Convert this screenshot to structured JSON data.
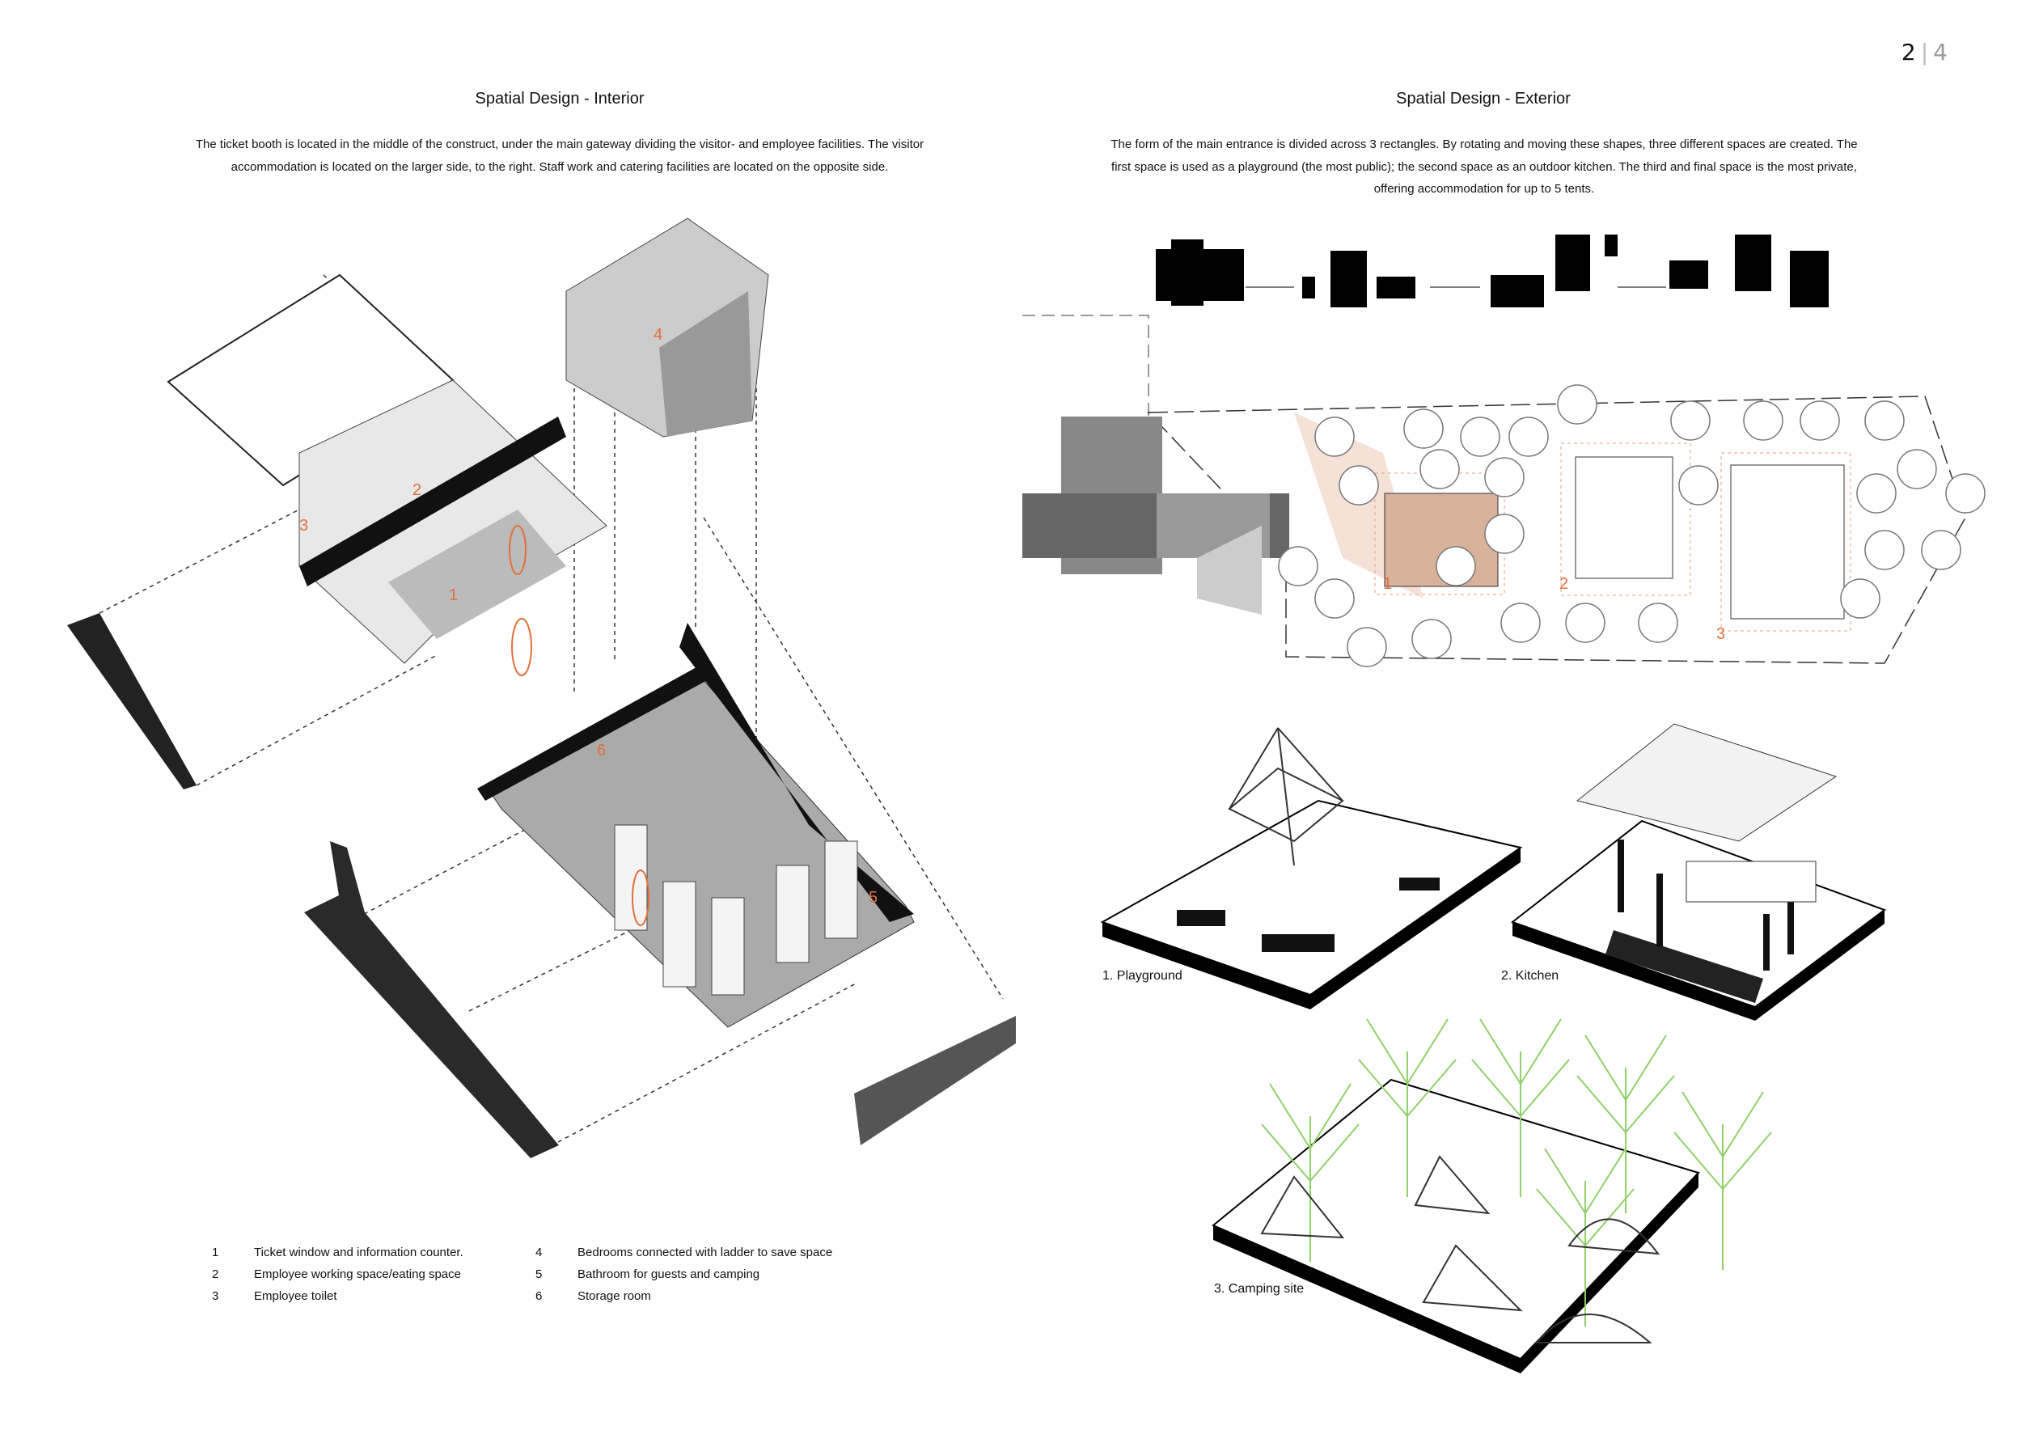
{
  "page_number": {
    "current": "2",
    "separator": "|",
    "total": "4"
  },
  "interior": {
    "title": "Spatial Design - Interior",
    "paragraph": "The ticket booth is located in the middle of the construct, under the main gateway dividing the visitor- and employee facilities. The visitor accommodation is located on the larger side, to the right. Staff work and catering facilities are located on the opposite side.",
    "room_markers": [
      "1",
      "2",
      "3",
      "4",
      "5",
      "6"
    ],
    "legend": [
      {
        "num": "1",
        "text": "Ticket window and information counter."
      },
      {
        "num": "2",
        "text": "Employee working space/eating space"
      },
      {
        "num": "3",
        "text": "Employee toilet"
      },
      {
        "num": "4",
        "text": "Bedrooms connected with ladder to save space"
      },
      {
        "num": "5",
        "text": "Bathroom for guests and camping"
      },
      {
        "num": "6",
        "text": "Storage room"
      }
    ]
  },
  "exterior": {
    "title": "Spatial Design - Exterior",
    "paragraph": "The form of the main entrance is divided across 3 rectangles. By rotating and moving these shapes, three different spaces are created. The first space is used as a playground (the most public); the second space as an outdoor kitchen. The third and final space is the most private, offering accommodation for up to 5 tents.",
    "plan_markers": [
      "1",
      "2",
      "3"
    ],
    "captions": {
      "playground": "1. Playground",
      "kitchen": "2. Kitchen",
      "camping": "3. Camping site"
    }
  },
  "colors": {
    "accent": "#e0703a",
    "tree_green": "#8fd16a",
    "dark": "#111111",
    "gray": "#9a9a9a"
  }
}
